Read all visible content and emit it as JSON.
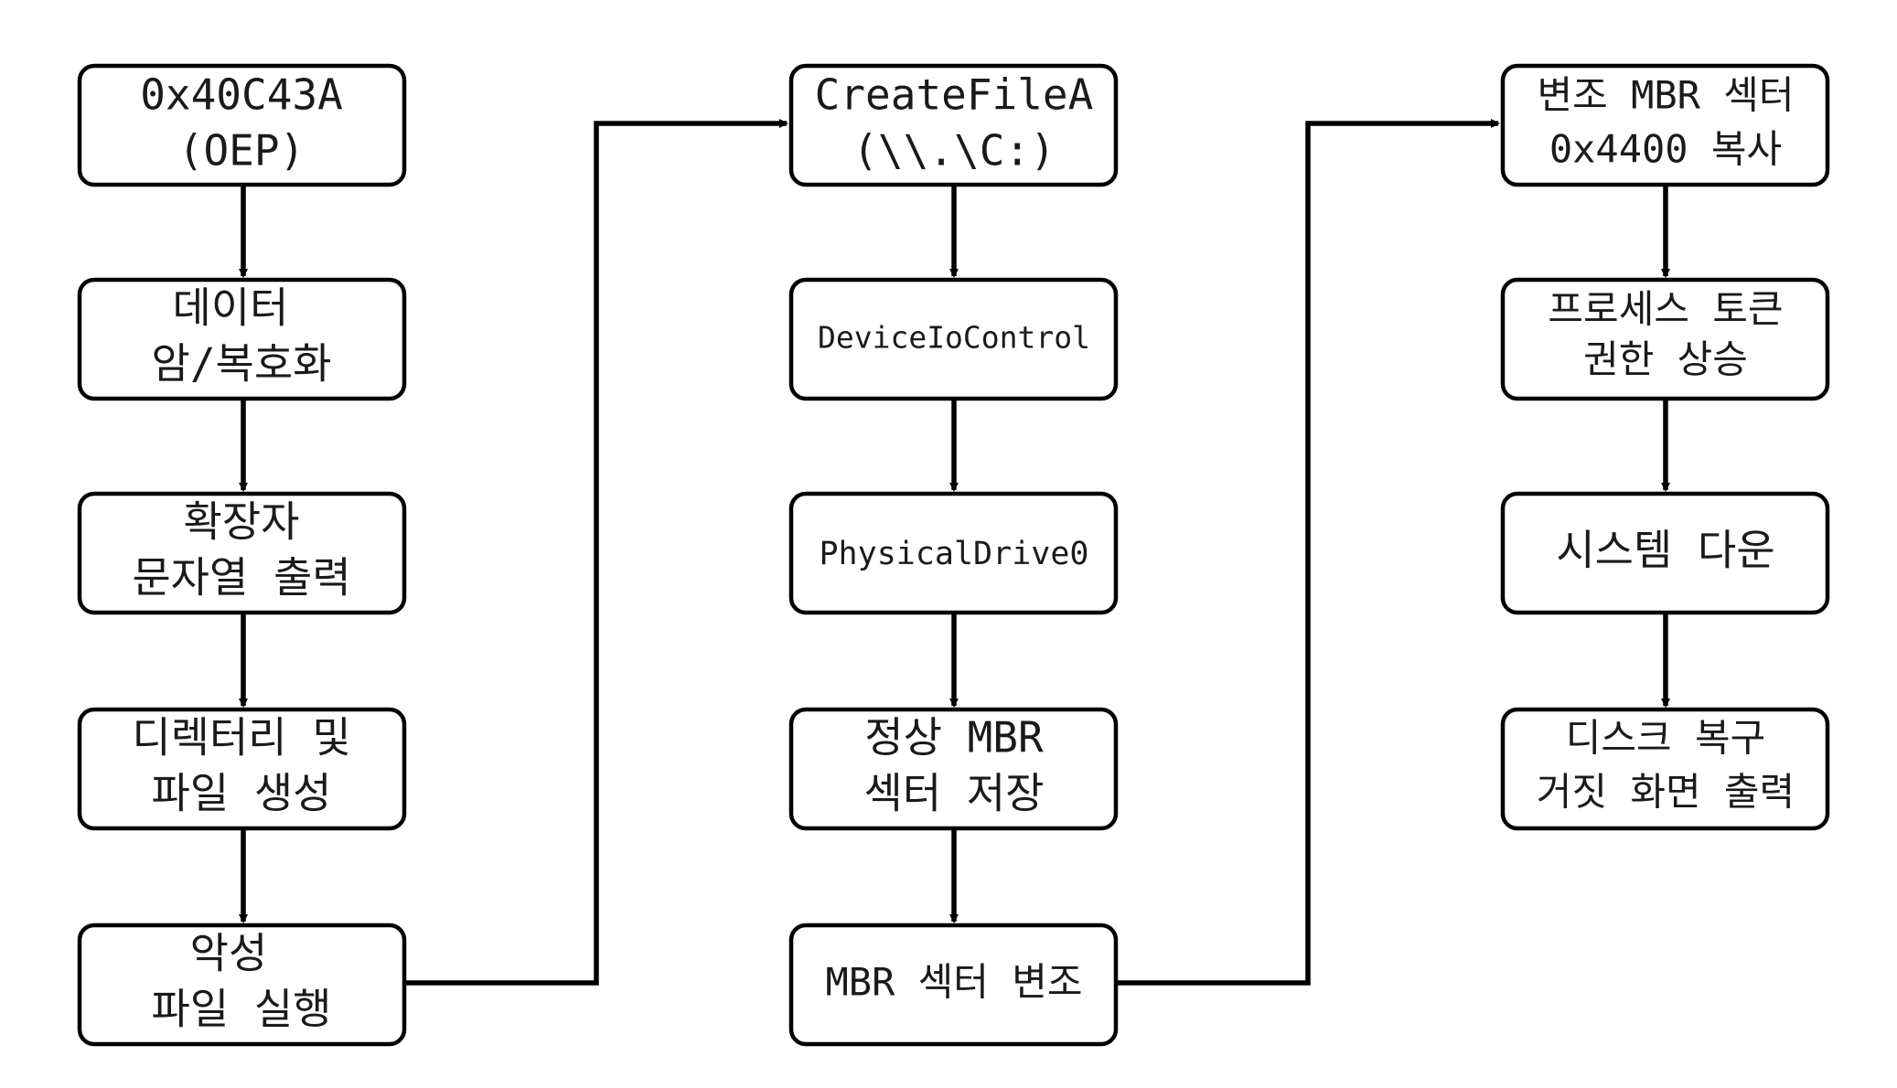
{
  "diagram": {
    "columns": [
      {
        "nodes": [
          {
            "id": "oep",
            "lines": [
              "0x40C43A",
              "(OEP)"
            ]
          },
          {
            "id": "data-crypt",
            "lines": [
              "데이터",
              "암/복호화"
            ]
          },
          {
            "id": "ext-print",
            "lines": [
              "확장자",
              "문자열 출력"
            ]
          },
          {
            "id": "dir-file-create",
            "lines": [
              "디렉터리 및",
              "파일 생성"
            ]
          },
          {
            "id": "malicious-exec",
            "lines": [
              "악성",
              "파일 실행"
            ]
          }
        ]
      },
      {
        "nodes": [
          {
            "id": "createfilea",
            "lines": [
              "CreateFileA",
              "(\\\\.\\C:)"
            ]
          },
          {
            "id": "deviceiocontrol",
            "lines": [
              "DeviceIoControl"
            ]
          },
          {
            "id": "physicaldrive0",
            "lines": [
              "PhysicalDrive0"
            ]
          },
          {
            "id": "normal-mbr-save",
            "lines": [
              "정상 MBR",
              "섹터 저장"
            ]
          },
          {
            "id": "mbr-modify",
            "lines": [
              "MBR 섹터 변조"
            ]
          }
        ]
      },
      {
        "nodes": [
          {
            "id": "copy-modified-mbr",
            "lines": [
              "변조 MBR 섹터",
              "0x4400 복사"
            ]
          },
          {
            "id": "token-elevation",
            "lines": [
              "프로세스 토큰",
              "권한 상승"
            ]
          },
          {
            "id": "system-down",
            "lines": [
              "시스템 다운"
            ]
          },
          {
            "id": "fake-disk-repair",
            "lines": [
              "디스크 복구",
              "거짓 화면 출력"
            ]
          }
        ]
      }
    ],
    "connectors": [
      {
        "from": "malicious-exec",
        "to": "createfilea"
      },
      {
        "from": "mbr-modify",
        "to": "copy-modified-mbr"
      }
    ],
    "colors": {
      "stroke": "#000000",
      "fill": "#ffffff",
      "text": "#1a1a1a"
    }
  }
}
